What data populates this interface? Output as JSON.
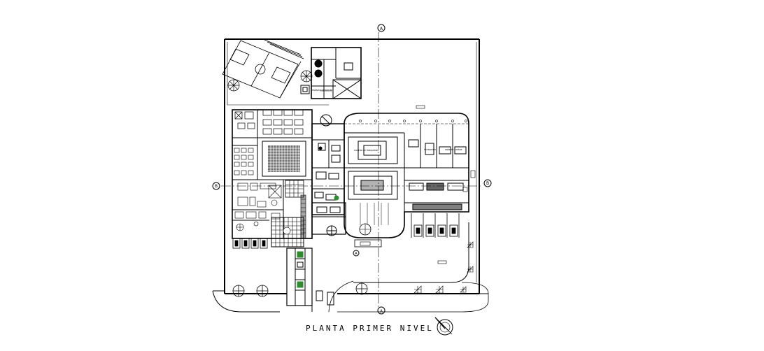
{
  "title": "PLANTA PRIMER NIVEL",
  "axis_markers": {
    "vertical": "A",
    "horizontal": "B"
  },
  "area_labels": [
    "estacionamiento",
    "cuarto de maquinas",
    "recepcion",
    "sala de juntas"
  ],
  "colors": {
    "line": "#000000",
    "background": "#ffffff",
    "accent": "#2e8b2e"
  },
  "icons": [
    "north-arrow-icon",
    "tree-icon",
    "car-icon"
  ]
}
